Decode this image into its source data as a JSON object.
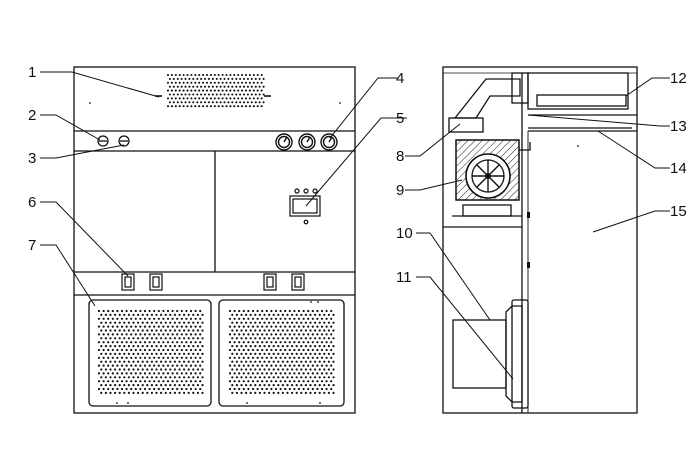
{
  "callouts": [
    {
      "id": "1",
      "label": "1"
    },
    {
      "id": "2",
      "label": "2"
    },
    {
      "id": "3",
      "label": "3"
    },
    {
      "id": "4",
      "label": "4"
    },
    {
      "id": "5",
      "label": "5"
    },
    {
      "id": "6",
      "label": "6"
    },
    {
      "id": "7",
      "label": "7"
    },
    {
      "id": "8",
      "label": "8"
    },
    {
      "id": "9",
      "label": "9"
    },
    {
      "id": "10",
      "label": "10"
    },
    {
      "id": "11",
      "label": "11"
    },
    {
      "id": "12",
      "label": "12"
    },
    {
      "id": "13",
      "label": "13"
    },
    {
      "id": "14",
      "label": "14"
    },
    {
      "id": "15",
      "label": "15"
    }
  ],
  "colors": {
    "line": "#111111",
    "hatch": "#222222",
    "background": "#ffffff"
  }
}
